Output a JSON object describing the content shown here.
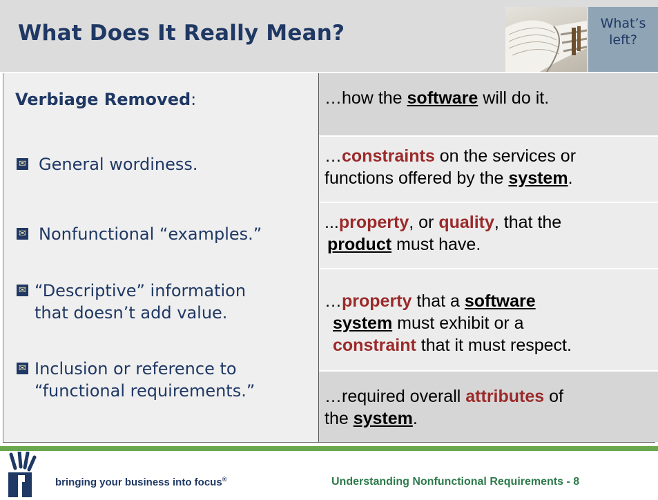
{
  "header": {
    "title": "What Does It Really Mean?",
    "side_label_line1": "What’s",
    "side_label_line2": "left?"
  },
  "left": {
    "heading": "Verbiage Removed",
    "heading_suffix": ":",
    "items": [
      {
        "lines": [
          "General wordiness."
        ]
      },
      {
        "lines": [
          "Nonfunctional “examples.”"
        ]
      },
      {
        "lines": [
          " “Descriptive” information",
          "that doesn’t add value."
        ]
      },
      {
        "lines": [
          " Inclusion or reference to",
          "“functional requirements.”"
        ]
      }
    ],
    "bullet_glyph": "✉"
  },
  "right": {
    "r1": {
      "a": "…how the ",
      "b": "software",
      "c": " will do it."
    },
    "r2": {
      "a": "…",
      "b": "constraints",
      "c": " on the services or",
      "d": " functions offered by the ",
      "e": "system",
      "f": "."
    },
    "r3": {
      "a": "...",
      "b": "property",
      "c": ", or ",
      "d": "quality",
      "e": ", that the",
      "f": "product",
      "g": " must have."
    },
    "r4": {
      "a": "…",
      "b": "property",
      "c": " that a ",
      "d": "software",
      "e": "system",
      "f": " must exhibit or a",
      "g": "constraint",
      "h": " that it must respect."
    },
    "r5": {
      "a": "…required overall ",
      "b": "attributes",
      "c": " of",
      "d": " the ",
      "e": "system",
      "f": "."
    }
  },
  "footer": {
    "tagline": "bringing your business into focus",
    "registered": "®",
    "title": "Understanding Nonfunctional Requirements - 8"
  },
  "colors": {
    "navy": "#1f3864",
    "accent_red": "#9b2a2a",
    "green_bar": "#6aa84f",
    "footer_green": "#2d7a4b"
  }
}
